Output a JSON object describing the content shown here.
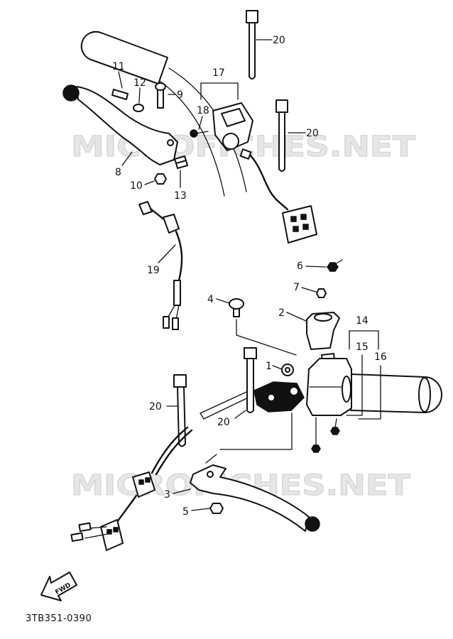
{
  "diagram": {
    "callouts": [
      "20",
      "17",
      "11",
      "12",
      "9",
      "18",
      "20",
      "8",
      "10",
      "13",
      "19",
      "6",
      "7",
      "4",
      "2",
      "14",
      "15",
      "16",
      "1",
      "20",
      "20",
      "3",
      "5"
    ],
    "direction_label": "FWD",
    "part_code": "3TB351-0390",
    "watermark": "MICROFICHES.NET"
  }
}
